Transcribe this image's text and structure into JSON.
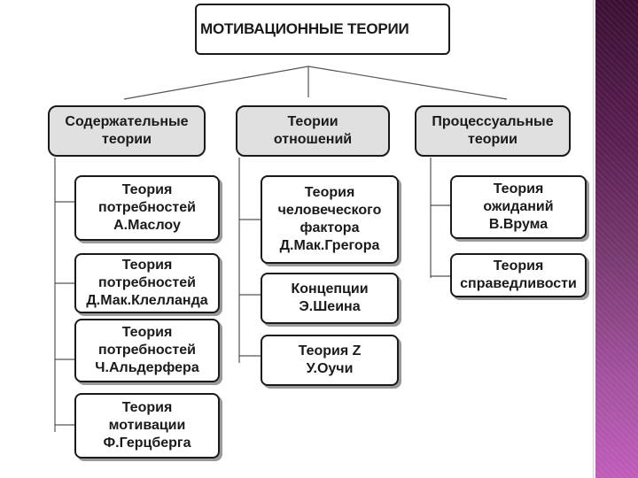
{
  "title": "МОТИВАЦИОННЫЕ ТЕОРИИ",
  "columns": [
    {
      "header": "Содержательные\nтеории",
      "items": [
        "Теория\nпотребностей\nА.Маслоу",
        "Теория\nпотребностей\nД.Мак.Клелланда",
        "Теория\nпотребностей\nЧ.Альдерфера",
        "Теория\nмотивации\nФ.Герцберга"
      ]
    },
    {
      "header": "Теории\nотношений",
      "items": [
        "Теория\nчеловеческого\nфактора\nД.Мак.Грегора",
        "Концепции\nЭ.Шеина",
        "Теория Z\nУ.Оучи"
      ]
    },
    {
      "header": "Процессуальные\nтеории",
      "items": [
        "Теория\nожиданий\nВ.Врума",
        "Теория\nсправедливости"
      ]
    }
  ],
  "colors": {
    "border": "#1a1a1a",
    "header_fill": "#e0e0e0",
    "sidebar": "#7a3a72"
  }
}
